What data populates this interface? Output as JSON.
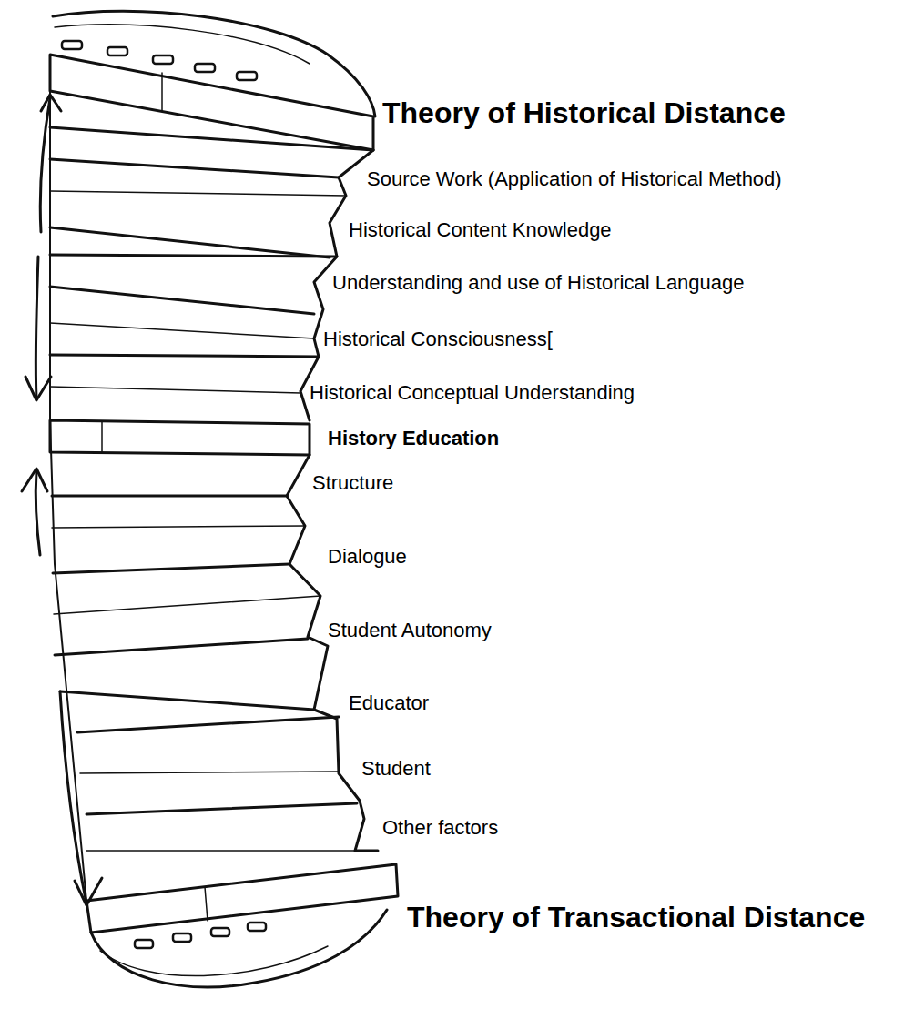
{
  "diagram": {
    "labels": [
      "Theory of Historical Distance",
      "Source Work (Application of Historical Method)",
      "Historical Content Knowledge",
      "Understanding and use of Historical Language",
      "Historical Consciousness[",
      "Historical Conceptual Understanding",
      "History Education",
      "Structure",
      "Dialogue",
      "Student Autonomy",
      "Educator",
      "Student",
      "Other factors",
      "Theory of Transactional Distance"
    ]
  }
}
